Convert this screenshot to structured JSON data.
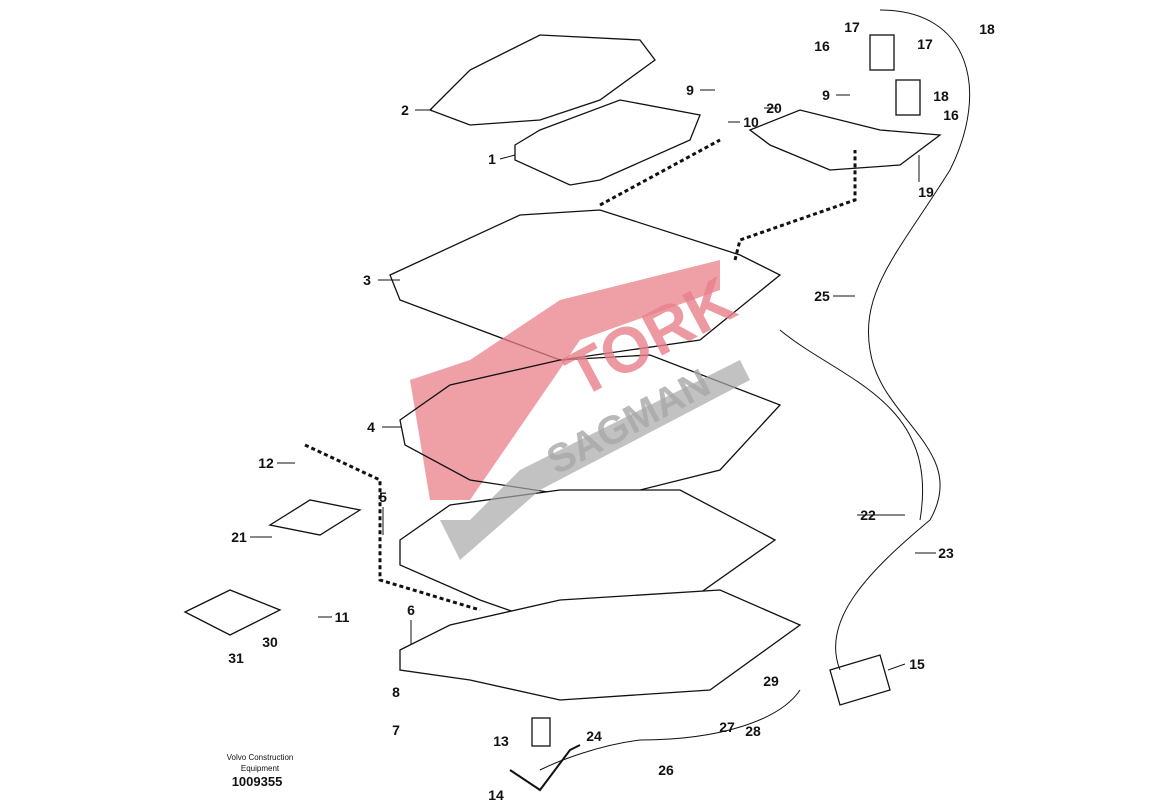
{
  "diagram": {
    "credit_line1": "Volvo Construction",
    "credit_line2": "Equipment",
    "drawing_number": "1009355",
    "watermark_top": "TORK",
    "watermark_bottom": "SAGMAN",
    "watermark_colors": {
      "red": "#e9808a",
      "gray": "#a8a8a8"
    },
    "callouts": [
      {
        "label": "17",
        "id": "a"
      },
      {
        "label": "18",
        "id": "b"
      },
      {
        "label": "16",
        "id": "c"
      },
      {
        "label": "17",
        "id": "d"
      },
      {
        "label": "9",
        "id": "e"
      },
      {
        "label": "20",
        "id": "f"
      },
      {
        "label": "9",
        "id": "g"
      },
      {
        "label": "18",
        "id": "h"
      },
      {
        "label": "16",
        "id": "i"
      },
      {
        "label": "2",
        "id": "j"
      },
      {
        "label": "10",
        "id": "k"
      },
      {
        "label": "1",
        "id": "l"
      },
      {
        "label": "19",
        "id": "m"
      },
      {
        "label": "3",
        "id": "n"
      },
      {
        "label": "25",
        "id": "o"
      },
      {
        "label": "4",
        "id": "p"
      },
      {
        "label": "12",
        "id": "q"
      },
      {
        "label": "5",
        "id": "r"
      },
      {
        "label": "22",
        "id": "s"
      },
      {
        "label": "21",
        "id": "t"
      },
      {
        "label": "23",
        "id": "u"
      },
      {
        "label": "11",
        "id": "v"
      },
      {
        "label": "6",
        "id": "w"
      },
      {
        "label": "30",
        "id": "x"
      },
      {
        "label": "15",
        "id": "y"
      },
      {
        "label": "31",
        "id": "z"
      },
      {
        "label": "29",
        "id": "aa"
      },
      {
        "label": "8",
        "id": "ab"
      },
      {
        "label": "27",
        "id": "ac"
      },
      {
        "label": "28",
        "id": "ad"
      },
      {
        "label": "7",
        "id": "ae"
      },
      {
        "label": "13",
        "id": "af"
      },
      {
        "label": "24",
        "id": "ag"
      },
      {
        "label": "26",
        "id": "ah"
      },
      {
        "label": "14",
        "id": "ai"
      }
    ]
  }
}
